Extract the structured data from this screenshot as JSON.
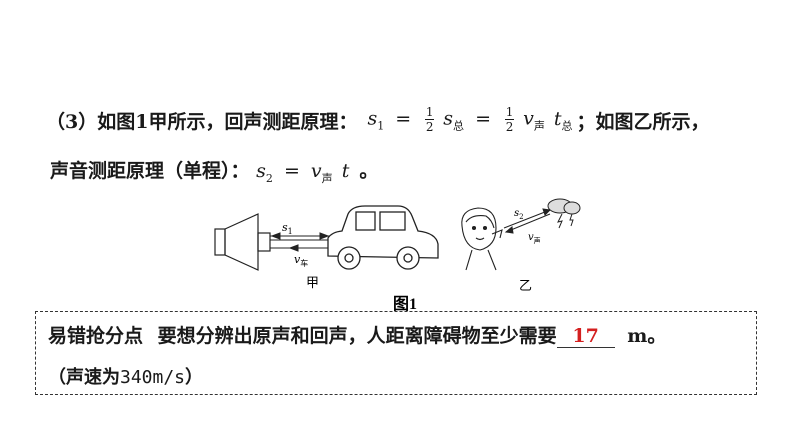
{
  "line1": {
    "lead": "（3）如图1甲所示，回声测距原理：",
    "tail": "；如图乙所示，",
    "formula": {
      "s": "s",
      "sub1": "1",
      "eq": "=",
      "num": "1",
      "den": "2",
      "sub_total": "总",
      "v": "v",
      "sub_sound": "声",
      "t": "t"
    }
  },
  "line2": {
    "lead": "声音测距原理（单程）：",
    "s": "s",
    "sub2": "2",
    "eq": "=",
    "v": "v",
    "sub_sound": "声",
    "t": "t",
    "end": "。"
  },
  "figure": {
    "caption": "图1",
    "label_jia": "甲",
    "label_yi": "乙",
    "s1": "s",
    "s1_sub": "1",
    "v_car": "v",
    "v_car_sub": "车",
    "s2": "s",
    "s2_sub": "2",
    "v_sound": "v",
    "v_sound_sub": "声"
  },
  "tip": {
    "label": "易错抢分点",
    "question": "要想分辨出原声和回声，人距离障碍物至少需要",
    "answer": "17",
    "unit": "m。",
    "note_open": "（声速为",
    "note_value": "340m/s",
    "note_close": "）"
  },
  "colors": {
    "answer": "#d41f1f",
    "text": "#1a1a1a"
  }
}
